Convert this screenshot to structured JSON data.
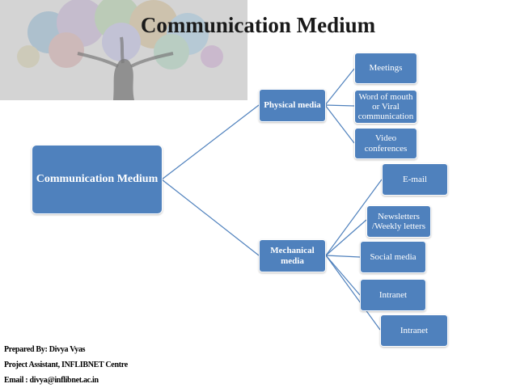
{
  "title": "Communication Medium",
  "colors": {
    "node_fill": "#4f81bd",
    "connector": "#4f81bd",
    "node_text": "#ffffff"
  },
  "diagram": {
    "root": "Communication Medium",
    "branches": [
      {
        "label": "Physical media",
        "children": [
          "Meetings",
          "Word of mouth or Viral communication",
          "Video conferences"
        ]
      },
      {
        "label": "Mechanical media",
        "children": [
          "E-mail",
          "Newsletters /Weekly letters",
          "Social media",
          "Intranet",
          "Intranet"
        ]
      }
    ]
  },
  "credits": {
    "line1": "Prepared By: Divya Vyas",
    "line2": "Project Assistant, INFLIBNET Centre",
    "line3": "Email : divya@inflibnet.ac.in"
  }
}
